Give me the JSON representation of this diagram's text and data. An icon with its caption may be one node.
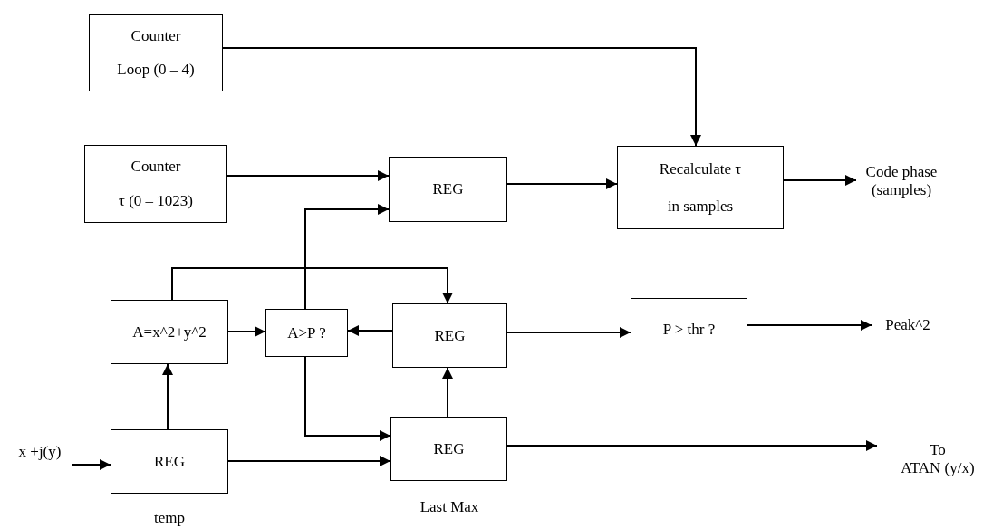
{
  "diagram": {
    "nodes": [
      {
        "text": [
          "Counter",
          "Loop (0 – 4)"
        ]
      },
      {
        "text": [
          "Counter",
          "τ (0 – 1023)"
        ]
      },
      {
        "text": [
          "REG"
        ]
      },
      {
        "text": [
          "Recalculate τ",
          "in samples"
        ]
      },
      {
        "text": [
          "Code phase (samples)"
        ]
      },
      {
        "text": [
          "A=x^2+y^2"
        ]
      },
      {
        "text": [
          "A>P ?"
        ]
      },
      {
        "text": [
          "REG"
        ]
      },
      {
        "text": [
          "P > thr ?"
        ]
      },
      {
        "text": [
          "Peak^2"
        ]
      },
      {
        "text": [
          "REG"
        ],
        "beside": [
          "temp"
        ]
      },
      {
        "text": [
          "REG"
        ],
        "beside": [
          "Last Max"
        ]
      },
      {
        "text": [
          "x +j(y)"
        ]
      },
      {
        "text": [
          "To",
          "ATAN (y/x)"
        ]
      }
    ],
    "edges": [
      {
        "from": 0,
        "to": 3,
        "arrow": "to"
      },
      {
        "from": 1,
        "to": 2,
        "arrow": "to"
      },
      {
        "from": 6,
        "to": 2,
        "arrow": "to"
      },
      {
        "from": 2,
        "to": 3,
        "arrow": "to"
      },
      {
        "from": 3,
        "to": 4,
        "arrow": "to"
      },
      {
        "from": 5,
        "to": 7,
        "arrow": "to"
      },
      {
        "from": 5,
        "to": 6,
        "arrow": "to"
      },
      {
        "from": 7,
        "to": 6,
        "arrow": "to"
      },
      {
        "from": 7,
        "to": 8,
        "arrow": "to"
      },
      {
        "from": 8,
        "to": 9,
        "arrow": "to"
      },
      {
        "from": 6,
        "to": 11,
        "arrow": "to"
      },
      {
        "from": 10,
        "to": 5,
        "arrow": "to"
      },
      {
        "from": 10,
        "to": 11,
        "arrow": "to"
      },
      {
        "from": 11,
        "to": 7,
        "arrow": "to"
      },
      {
        "from": 11,
        "to": 13,
        "arrow": "to"
      },
      {
        "from": 12,
        "to": 10,
        "arrow": "to"
      }
    ]
  }
}
